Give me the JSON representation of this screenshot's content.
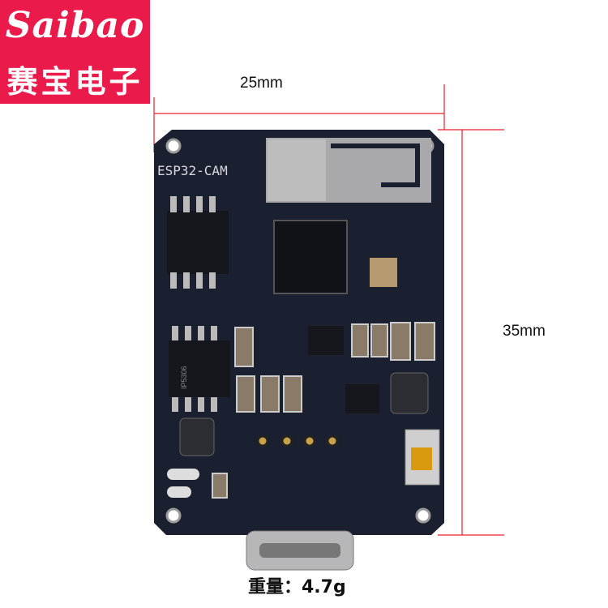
{
  "logo": {
    "brand_en": "Saibao",
    "brand_cn": "赛宝电子",
    "color": "#ea1a4b"
  },
  "dimensions": {
    "width_label": "25mm",
    "height_label": "35mm",
    "line_color": "#e8202a"
  },
  "board": {
    "silkscreen": "ESP32-CAM",
    "charger_chip": "IP5306",
    "color": "#1b2030"
  },
  "caption": {
    "weight": "重量：4.7g"
  }
}
